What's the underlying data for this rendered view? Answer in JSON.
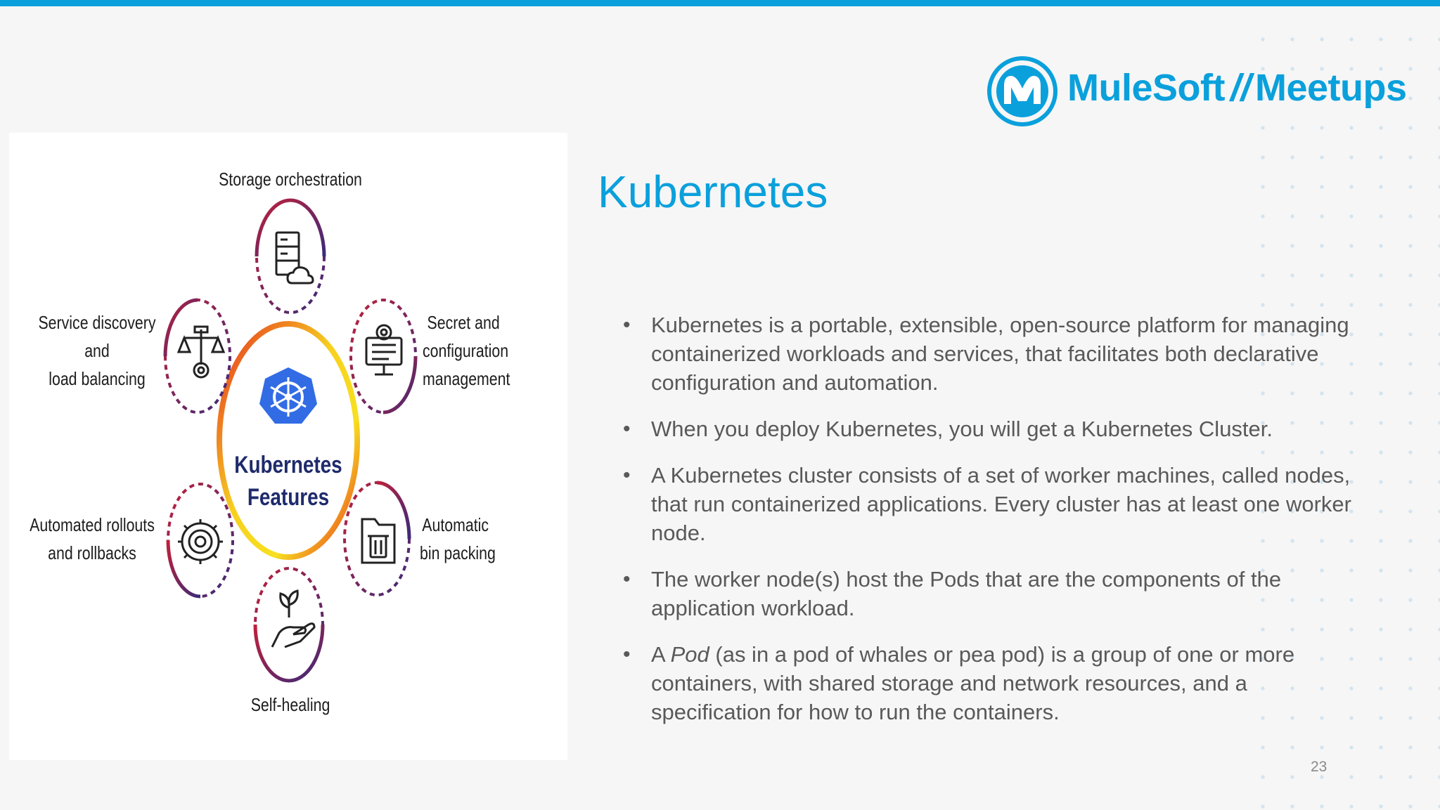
{
  "brand": {
    "name": "MuleSoft",
    "separator": "//",
    "product": "Meetups",
    "accent_color": "#0aa0dc"
  },
  "slide": {
    "title": "Kubernetes",
    "page_number": "23",
    "bullets": [
      {
        "before": "Kubernetes is a portable, extensible, open-source platform for managing containerized workloads and services, that facilitates both declarative configuration and automation.",
        "italic": "",
        "after": ""
      },
      {
        "before": "When you deploy Kubernetes, you will get a Kubernetes Cluster.",
        "italic": "",
        "after": ""
      },
      {
        "before": "A Kubernetes cluster consists of a set of worker machines, called nodes, that run containerized applications. Every cluster has at least one worker node.",
        "italic": "",
        "after": ""
      },
      {
        "before": "The worker node(s) host the Pods that are the components of the application workload.",
        "italic": "",
        "after": ""
      },
      {
        "before": "A ",
        "italic": "Pod",
        "after": " (as in a pod of whales or pea pod) is a group of one or more containers, with shared storage and network resources, and a specification for how to run the containers."
      }
    ]
  },
  "figure": {
    "center": {
      "line1": "Kubernetes",
      "line2": "Features",
      "icon": "kubernetes-helm-icon"
    },
    "features": [
      {
        "lines": [
          "Storage orchestration"
        ],
        "icon": "server-cloud-icon"
      },
      {
        "lines": [
          "Secret and",
          "configuration",
          "management"
        ],
        "icon": "monitor-gear-icon"
      },
      {
        "lines": [
          "Automatic",
          "bin packing"
        ],
        "icon": "bin-container-icon"
      },
      {
        "lines": [
          "Self-healing"
        ],
        "icon": "hand-sprout-icon"
      },
      {
        "lines": [
          "Automated rollouts",
          "and rollbacks"
        ],
        "icon": "cog-icon"
      },
      {
        "lines": [
          "Service discovery",
          "and",
          "load balancing"
        ],
        "icon": "scales-gear-icon"
      }
    ]
  }
}
